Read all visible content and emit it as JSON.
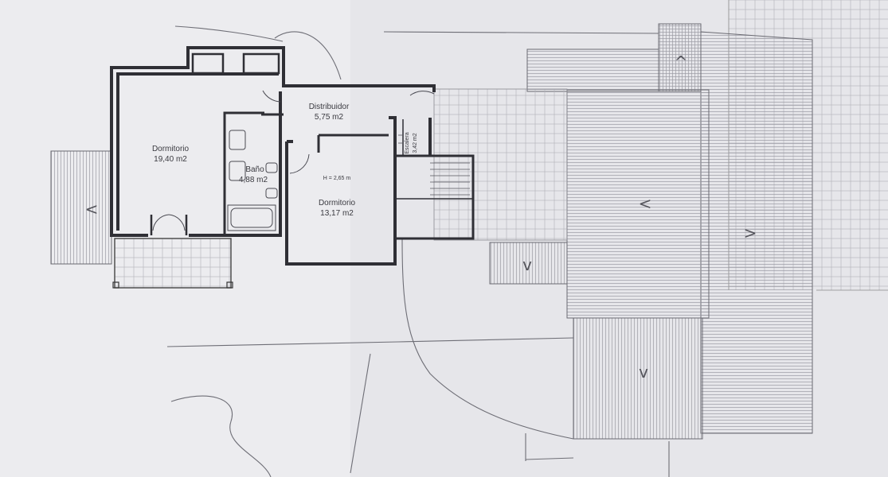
{
  "rooms": {
    "dormitorio_1": {
      "name": "Dormitorio",
      "area": "19,40 m2"
    },
    "bano": {
      "name": "Baño",
      "area": "4,88 m2"
    },
    "distribuidor": {
      "name": "Distribuidor",
      "area": "5,75 m2"
    },
    "escalera": {
      "name": "Escalera",
      "area": "3,42 m2"
    },
    "dormitorio_2": {
      "name": "Dormitorio",
      "area": "13,17 m2"
    }
  },
  "height_note": "H = 2,65 m",
  "slope_arrows": {
    "up": "^",
    "down": "v",
    "left": "<",
    "right": ">"
  }
}
